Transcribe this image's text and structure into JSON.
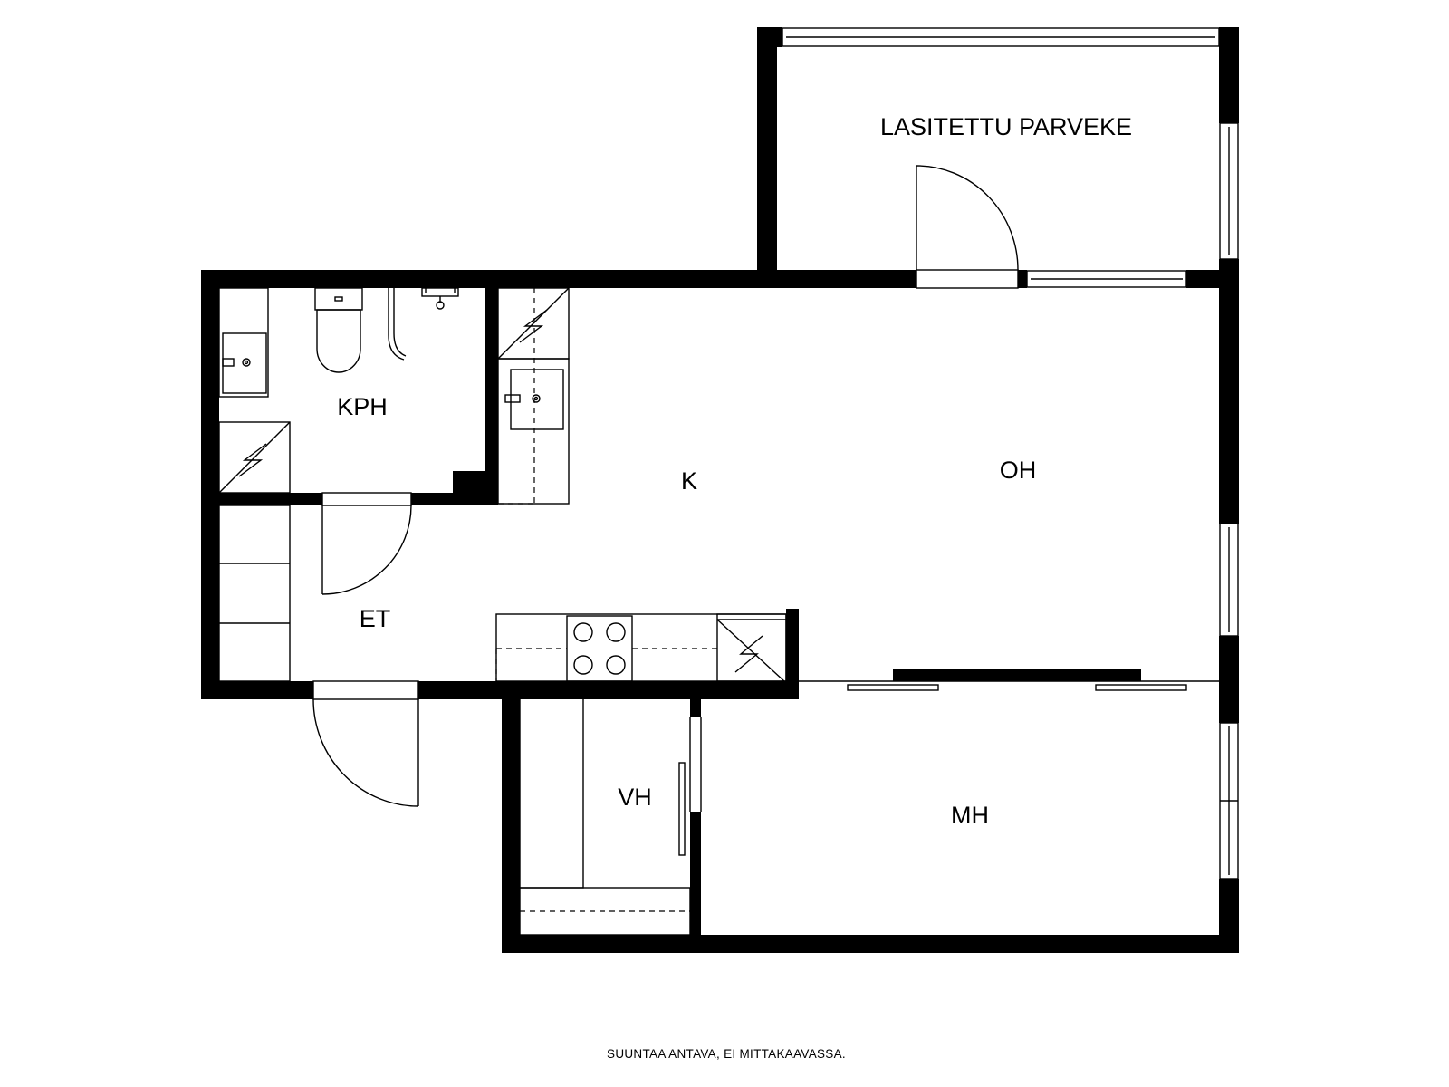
{
  "rooms": {
    "balcony": "LASITETTU PARVEKE",
    "bathroom": "KPH",
    "kitchen": "K",
    "living": "OH",
    "hall": "ET",
    "wardrobe": "VH",
    "bedroom": "MH"
  },
  "note": "SUUNTAA ANTAVA, EI MITTAKAAVASSA."
}
